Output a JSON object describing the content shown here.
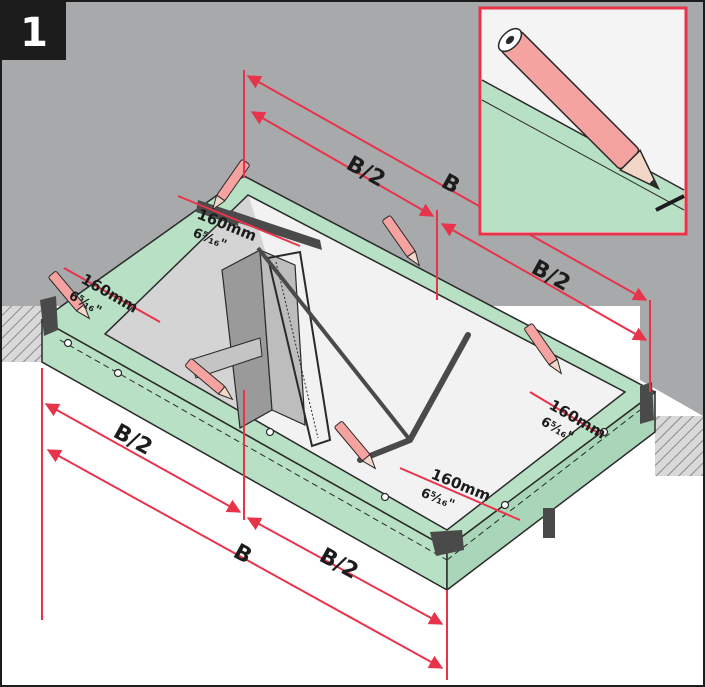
{
  "step": {
    "number": "1"
  },
  "labels": {
    "b": "B",
    "b_half": "B/2",
    "corner_offset_mm": "160mm",
    "corner_offset_in": "6⁵⁄₁₆\""
  },
  "colors": {
    "frame_green": "#b7e0c4",
    "dimension_red": "#e8344a",
    "wall_gray": "#a7a9ab",
    "pencil_pink": "#f4a3a0",
    "hardware_dark": "#4a4a4a"
  },
  "icons": {
    "pencil": "pencil-icon",
    "step_badge": "step-number-badge"
  }
}
